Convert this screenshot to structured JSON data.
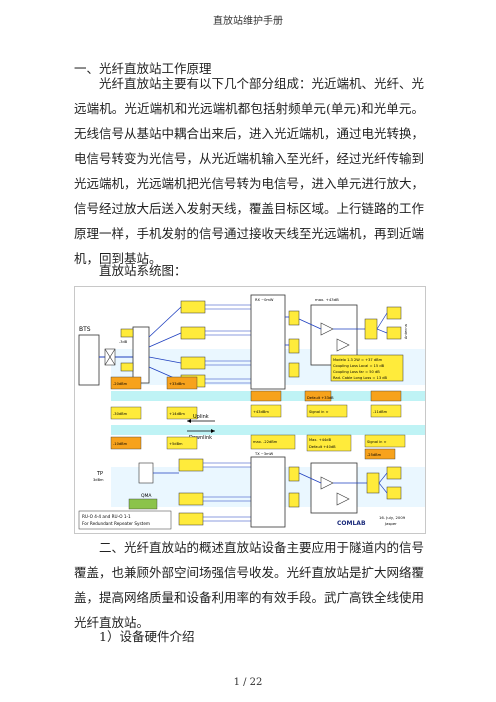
{
  "header": {
    "title": "直放站维护手册"
  },
  "section1": {
    "heading": "一、光纤直放站工作原理",
    "paragraph": "光纤直放站主要有以下几个部分组成：光近端机、光纤、光远端机。光近端机和光远端机都包括射频单元(单元)和光单元。无线信号从基站中耦合出来后，进入光近端机，通过电光转换，电信号转变为光信号，从光近端机输入至光纤，经过光纤传输到光远端机，光远端机把光信号转为电信号，进入单元进行放大，信号经过放大后送入发射天线，覆盖目标区域。上行链路的工作原理一样，手机发射的信号通过接收天线至光远端机，再到近端机，回到基站。"
  },
  "figure_caption": "直放站系统图：",
  "diagram": {
    "labels": {
      "bts": "BTS",
      "uplink": "Uplink",
      "downlink": "Downlink",
      "tp": "TP",
      "tp_sub": "3dBm",
      "qma": "QMA",
      "tx_ul": "TX   ~3mW",
      "rx_dl": "RX   ~0mW",
      "max_top": "max. +43dB",
      "max_mid": "max. -22dBm",
      "max_gain": "Max. +44dB",
      "default_top": "Default +33dB",
      "default_mid": "Default +40dB",
      "signal_1": "Signal in ∞",
      "signal_2": "Signal in ∞",
      "model_box_1": "Modelo 1.3 2W = +37 dBm",
      "model_box_2": "Coupling Loss Local = 15 dB",
      "model_box_3": "Coupling Loss far = 50 dB",
      "model_box_4": "Rad. Cable Long Loss = 13 dB",
      "antenna": "Antenna",
      "system_note_1": "RU-O 4-4 and RU-O 1-1",
      "system_note_2": "For Redundant Repeater System",
      "date": "16. July, 2009",
      "author": "Jasper",
      "logo": "COMLAB",
      "gain_1": "-20dBm",
      "gain_2": "+43dBm",
      "gain_3": "-3dB",
      "gain_4": "+33dBm",
      "gain_5": "-10dBm",
      "gain_6": "+5dBm",
      "gain_7": "-30dBm",
      "gain_8": "+14dBm",
      "gain_9": "-11dBm",
      "gain_10": "-25dBm"
    }
  },
  "section2": {
    "heading": "二、光纤直放站的概述直放站设备主要应用于隧道内的信号覆盖，也兼顾外部空间场强信号收发。光纤直放站是扩大网络覆盖，提高网络质量和设备利用率的有效手段。武广高铁全线使用光纤直放站。",
    "item1": "1）设备硬件介绍"
  },
  "footer": {
    "page_label": "1  /  22"
  },
  "colors": {
    "yellow_box": "#ffeb3b",
    "cyan_band": "#bff3f5",
    "orange": "#f7a21c",
    "blue_line": "#1e3fbf",
    "green": "#8bc34a"
  }
}
